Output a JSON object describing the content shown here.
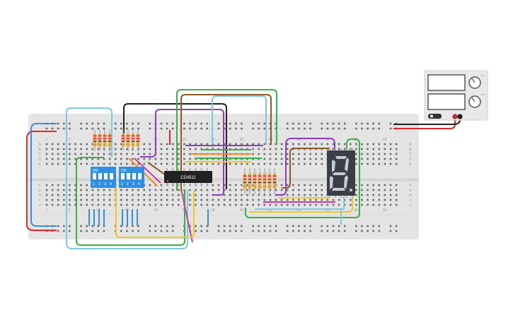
{
  "breadboard": {
    "column_labels_top": [
      "1",
      "5",
      "10",
      "15",
      "20",
      "25",
      "30",
      "35",
      "40",
      "45",
      "50",
      "55",
      "60"
    ],
    "column_labels_bottom": [
      "1",
      "5",
      "10",
      "15",
      "20",
      "25",
      "30",
      "35",
      "40",
      "45",
      "50",
      "55",
      "60"
    ],
    "row_labels_top": [
      "A",
      "B",
      "C",
      "D",
      "E"
    ],
    "row_labels_bottom": [
      "F",
      "G",
      "H",
      "I",
      "J"
    ]
  },
  "chip": {
    "label": "CD4511"
  },
  "dip_switches": [
    {
      "on_label": "ON",
      "position_labels": [
        "1",
        "2",
        "3",
        "4"
      ]
    },
    {
      "on_label": "ON",
      "position_labels": [
        "1",
        "2",
        "3",
        "4"
      ]
    }
  ],
  "power_supply": {
    "labels": [
      "Cur",
      "Vol"
    ]
  },
  "colors": {
    "red": "#e3262c",
    "blue": "#3a8fd8",
    "black": "#222222",
    "brown": "#8b5a2b",
    "green": "#3cb043",
    "purple": "#8e3fb8",
    "yellow": "#f2c81c",
    "orange": "#f08c1e",
    "pink": "#d23a9a",
    "light_blue": "#7fc8dd",
    "board": "#e4e4e4"
  }
}
